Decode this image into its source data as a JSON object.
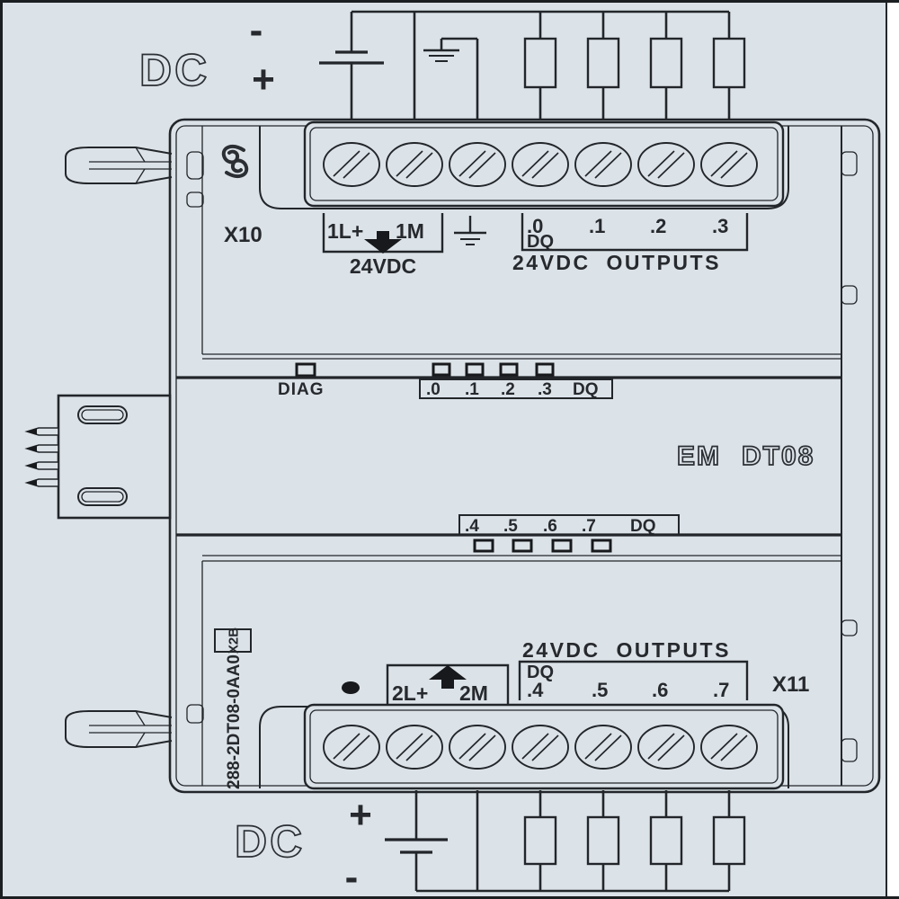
{
  "colors": {
    "background": "#dbe2e8",
    "line": "#22262a",
    "text": "#26292d"
  },
  "top_supply": {
    "label": "DC",
    "minus": "-",
    "plus": "+"
  },
  "module": {
    "port_x10": "X10",
    "upper_power_bracket": {
      "left": "1L+",
      "right": "1M",
      "caption": "24VDC"
    },
    "upper_dq_bracket": {
      "terminals": [
        ".0",
        ".1",
        ".2",
        ".3"
      ],
      "group": "DQ",
      "caption": "24VDC  OUTPUTS"
    },
    "diag_label": "DIAG",
    "upper_led_box": {
      "terminals": [
        ".0",
        ".1",
        ".2",
        ".3"
      ],
      "group": "DQ"
    },
    "model_prefix": "EM",
    "model_name": "DT08",
    "lower_led_box": {
      "terminals": [
        ".4",
        ".5",
        ".6",
        ".7"
      ],
      "group": "DQ"
    },
    "cert_mark": "X2B",
    "order_number": "288-2DT08-0AA0",
    "lower_power_bracket": {
      "left": "2L+",
      "right": "2M"
    },
    "lower_dq_bracket": {
      "caption": "24VDC  OUTPUTS",
      "group": "DQ",
      "terminals": [
        ".4",
        ".5",
        ".6",
        ".7"
      ]
    },
    "port_x11": "X11"
  },
  "bottom_supply": {
    "label": "DC",
    "plus": "+",
    "minus": "-"
  }
}
